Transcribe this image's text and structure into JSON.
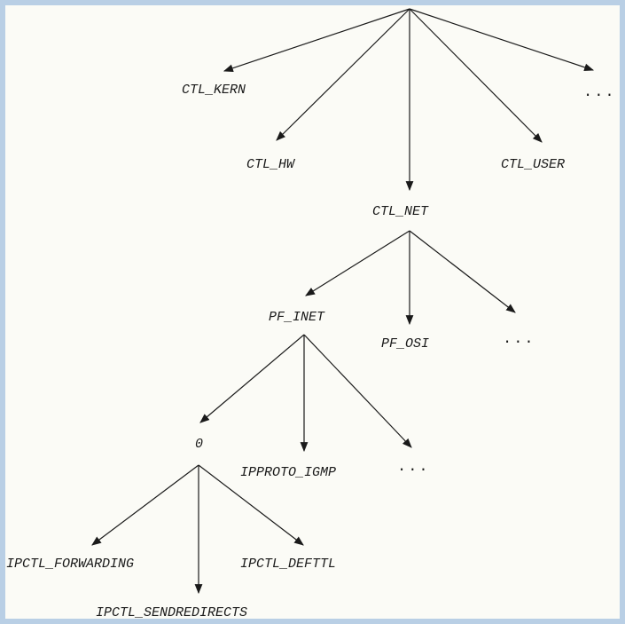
{
  "tree": {
    "root": {
      "children": {
        "kern": "CTL_KERN",
        "hw": "CTL_HW",
        "net": "CTL_NET",
        "user": "CTL_USER",
        "more": "..."
      }
    },
    "net": {
      "children": {
        "inet": "PF_INET",
        "osi": "PF_OSI",
        "more": "..."
      }
    },
    "inet": {
      "children": {
        "zero": "0",
        "igmp": "IPPROTO_IGMP",
        "more": "..."
      }
    },
    "zero": {
      "children": {
        "forwarding": "IPCTL_FORWARDING",
        "sendredirects": "IPCTL_SENDREDIRECTS",
        "defttl": "IPCTL_DEFTTL"
      }
    }
  }
}
